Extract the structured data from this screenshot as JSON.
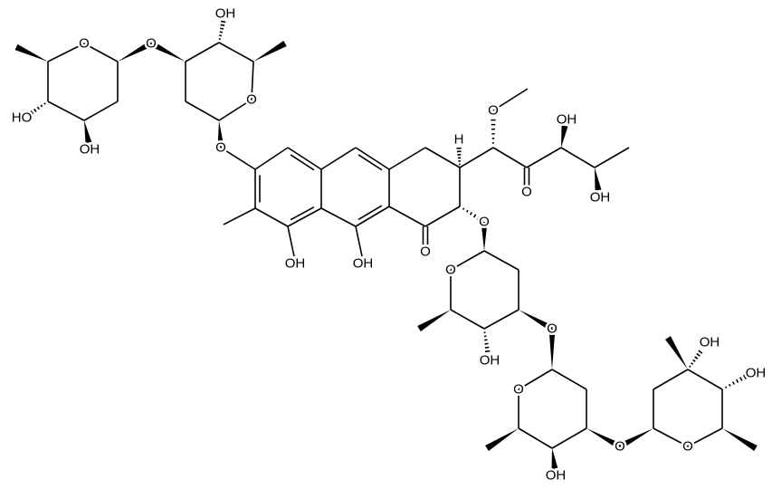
{
  "diagram": {
    "type": "chemical-structure",
    "line_color": "#000000",
    "background": "#ffffff",
    "atom_labels": [
      "O",
      "O",
      "HO",
      "OH",
      "OH",
      "O",
      "O",
      "OH",
      "OH",
      "O",
      "H",
      "O",
      "O",
      "OH",
      "OH",
      "O",
      "O",
      "OH",
      "O",
      "O",
      "OH",
      "O",
      "O",
      "OH",
      "OH"
    ]
  }
}
